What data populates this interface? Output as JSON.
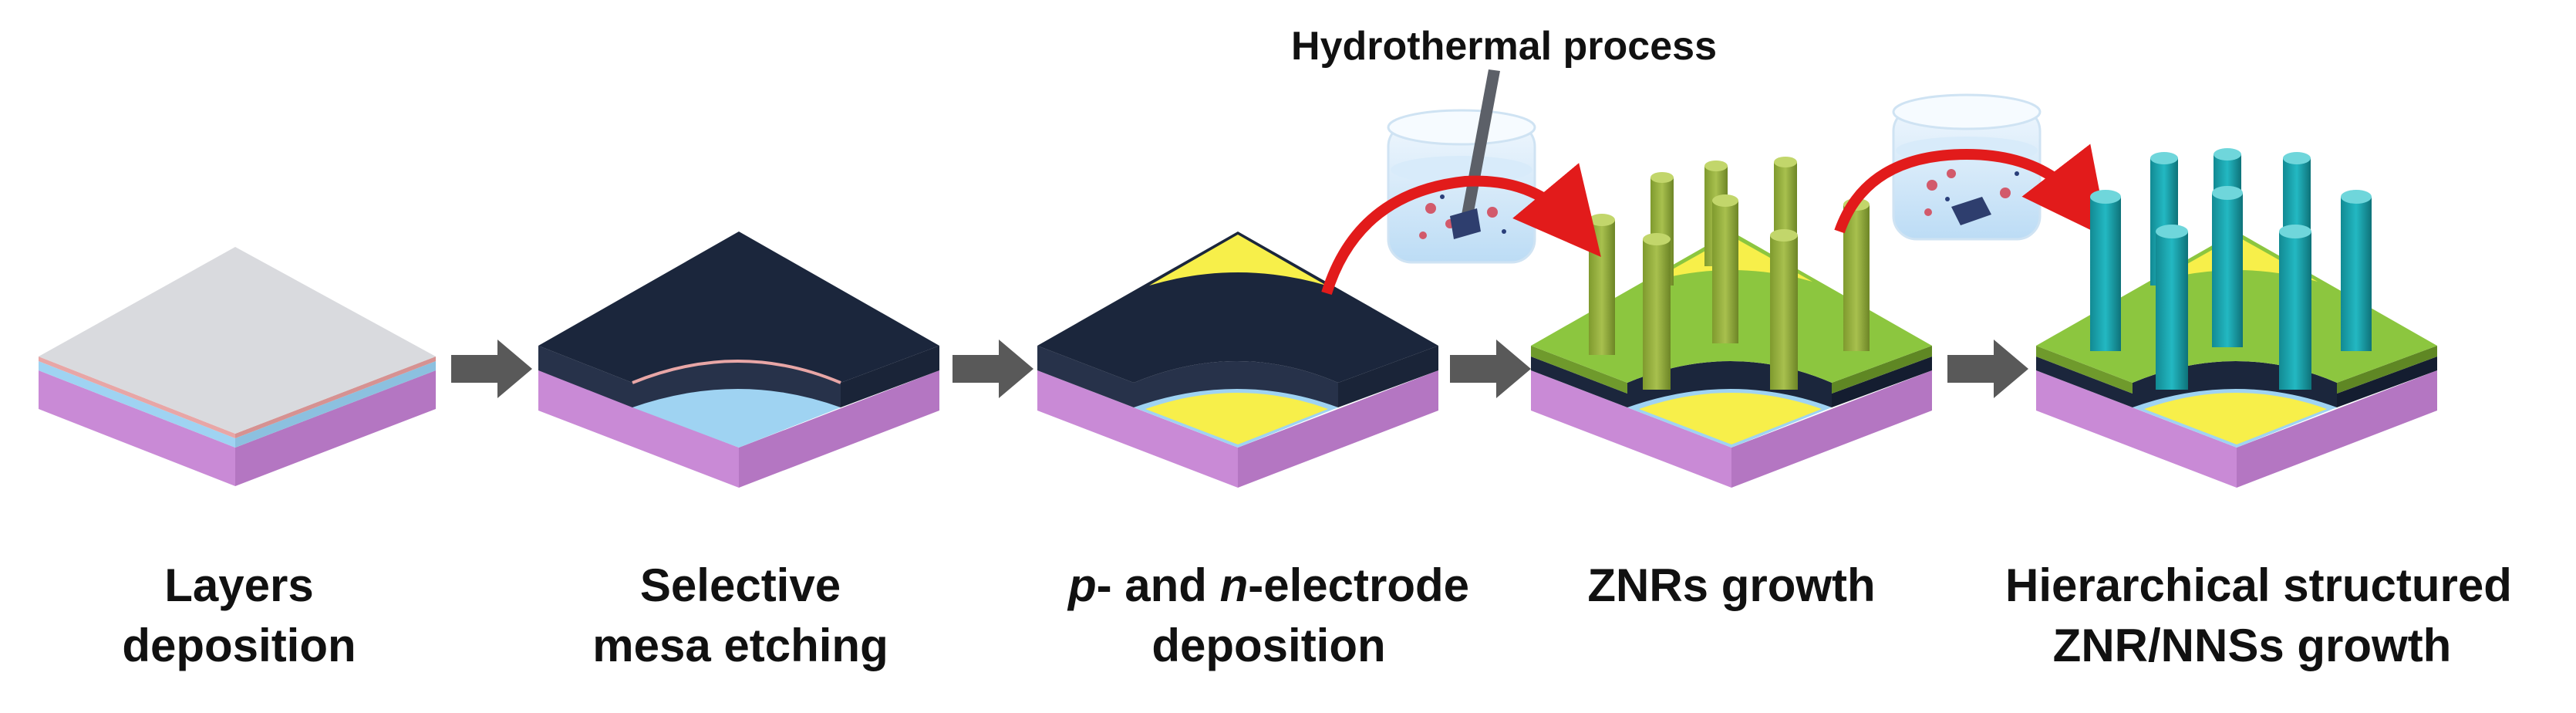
{
  "process_label": "Hydrothermal process",
  "steps": [
    {
      "line1": "Layers",
      "line2": "deposition"
    },
    {
      "line1": "Selective",
      "line2": "mesa etching"
    },
    {
      "line1_pre": "p",
      "line1_mid": "- and ",
      "line1_em": "n",
      "line1_post": "-electrode",
      "line2": "deposition"
    },
    {
      "line1": "ZNRs growth",
      "line2": ""
    },
    {
      "line1": "Hierarchical structured",
      "line2": "ZNR/NNSs growth"
    }
  ],
  "colors": {
    "top_gray": "#d9dade",
    "substrate": "#c98ad6",
    "mesa": "#1b263c",
    "etched": "#9fd3f2",
    "electrode": "#f7ef4a",
    "zno_layer": "#8cc63f",
    "rod": "#9aad4a",
    "nns_rod": "#1fa7b0",
    "arrow": "#595959",
    "curved_arrow": "#e21b1b"
  }
}
